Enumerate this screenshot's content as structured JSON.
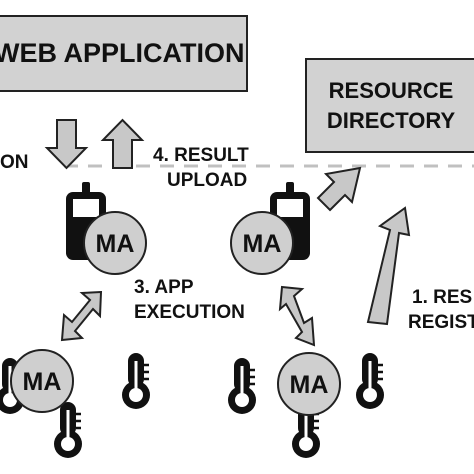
{
  "web_application": {
    "label": "WEB APPLICATION"
  },
  "resource_directory": {
    "line1": "RESOURCE",
    "line2": "DIRECTORY"
  },
  "labels": {
    "left_cut": "ON",
    "result_upload_line1": "4. RESULT",
    "result_upload_line2": "UPLOAD",
    "app_exec_line1": "3. APP",
    "app_exec_line2": "EXECUTION",
    "registration_line1": "1. RES",
    "registration_line2": "REGIST"
  },
  "agents": {
    "phone_left": "MA",
    "phone_right": "MA",
    "sensor_left": "MA",
    "sensor_right": "MA"
  },
  "colors": {
    "box_fill": "#d2d2d2",
    "arrow_fill": "#c8c8c8",
    "outline": "#222222",
    "dashed_line": "#c0c0c0",
    "icon": "#111111"
  }
}
